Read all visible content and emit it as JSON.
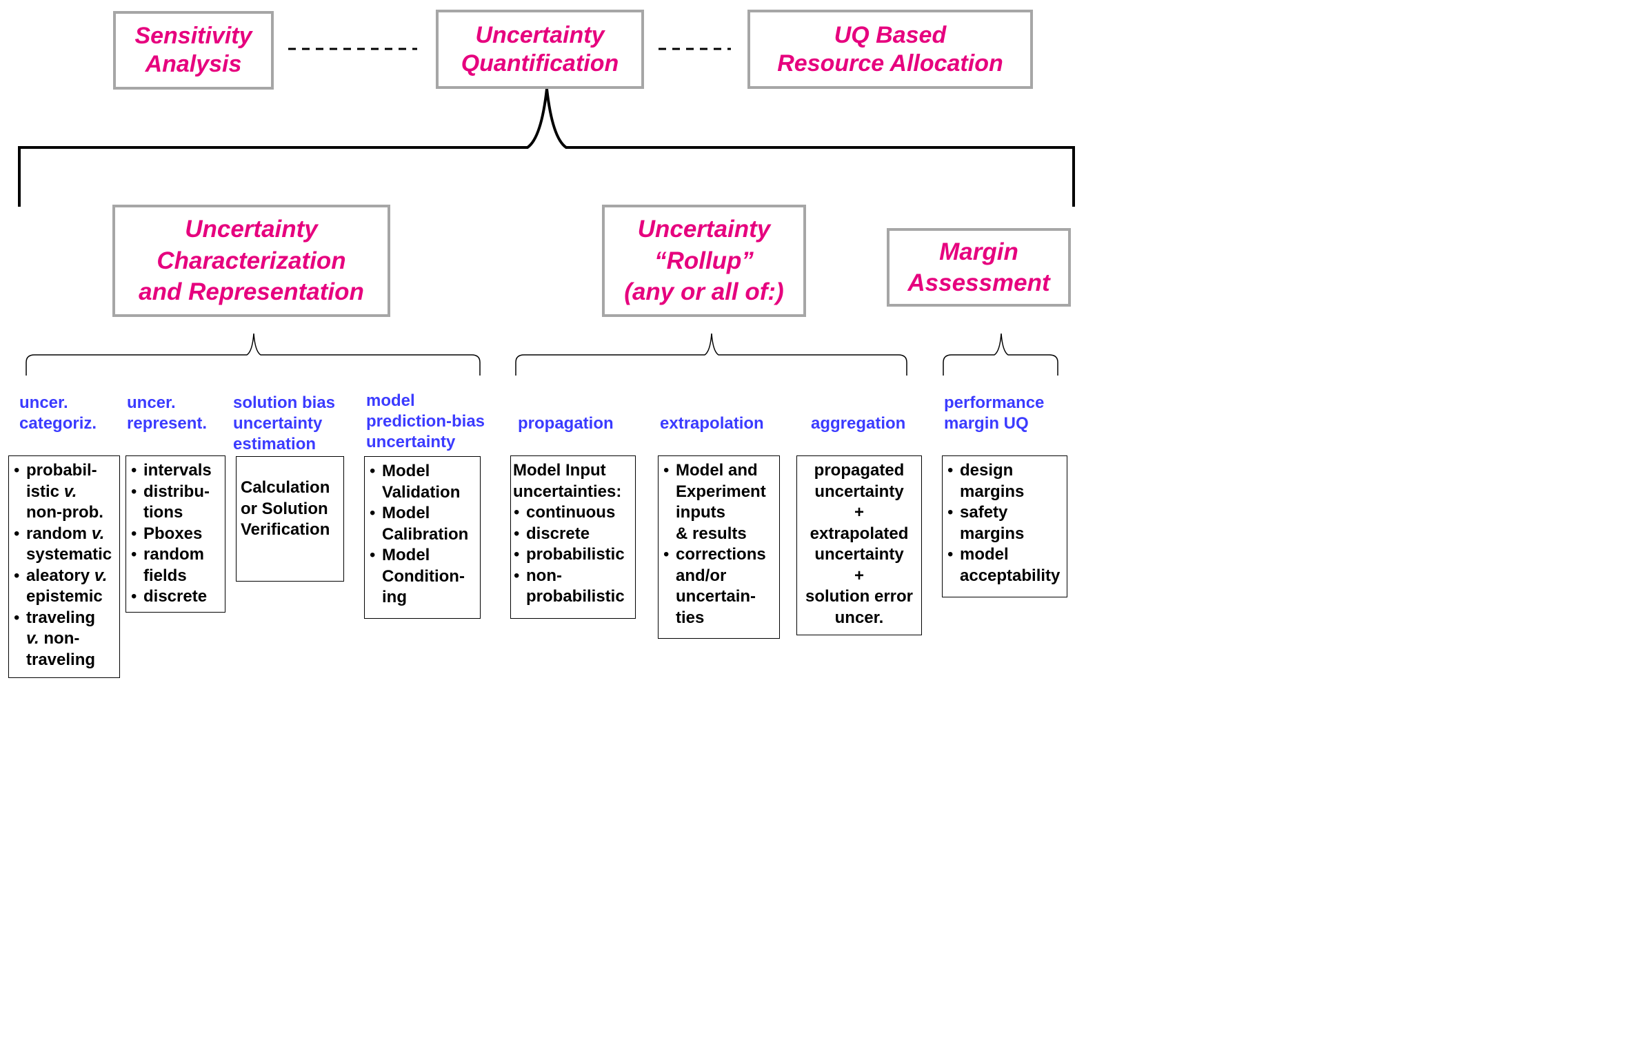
{
  "top_row": {
    "sensitivity": "Sensitivity\nAnalysis",
    "uq": "Uncertainty\nQuantification",
    "resource": "UQ Based\nResource  Allocation"
  },
  "categories": {
    "characterization": "Uncertainty\nCharacterization\nand Representation",
    "rollup": "Uncertainty\n“Rollup”\n(any or all of:)",
    "margin": "Margin\nAssessment"
  },
  "columns": {
    "categoriz": {
      "title": "uncer.\ncategoriz.",
      "items": [
        "probabil-\nistic v.\nnon-prob.",
        "random v.\nsystematic",
        "aleatory v.\nepistemic",
        "traveling\nv. non-\ntraveling"
      ]
    },
    "represent": {
      "title": "uncer.\nrepresent.",
      "items": [
        "intervals",
        "distribu-\ntions",
        "Pboxes",
        "random\nfields",
        "discrete"
      ]
    },
    "solution_bias": {
      "title": "solution bias\nuncertainty\nestimation",
      "body": "Calculation\nor Solution\nVerification"
    },
    "model_bias": {
      "title": "model\nprediction-bias\nuncertainty",
      "items": [
        "Model\nValidation",
        "Model\nCalibration",
        "Model\nCondition-\ning"
      ]
    },
    "propagation": {
      "title": "propagation",
      "intro": "Model Input\nuncertainties:",
      "items": [
        "continuous",
        "discrete",
        "probabilistic",
        "non-\nprobabilistic"
      ]
    },
    "extrapolation": {
      "title": "extrapolation",
      "items": [
        "Model and\nExperiment\ninputs\n& results",
        "corrections\nand/or\nuncertain-\nties"
      ]
    },
    "aggregation": {
      "title": "aggregation",
      "body": "propagated\nuncertainty\n+\nextrapolated\nuncertainty\n+\nsolution error\nuncer."
    },
    "performance": {
      "title": "performance\nmargin UQ",
      "items": [
        "design\nmargins",
        "safety\nmargins",
        "model\nacceptability"
      ]
    }
  }
}
